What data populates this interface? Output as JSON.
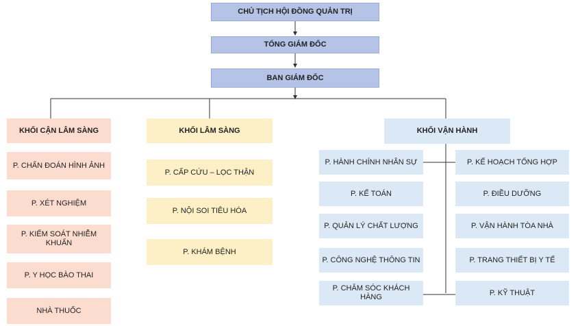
{
  "top": {
    "chairman": "CHỦ TỊCH HỘI ĐỒNG QUẢN TRỊ",
    "ceo": "TỔNG GIÁM ĐỐC",
    "board": "BAN GIÁM ĐỐC"
  },
  "groups": {
    "paraclinical": {
      "title": "KHỐI CẬN LÂM SÀNG",
      "items": [
        "P. CHẨN ĐOÁN HÌNH ẢNH",
        "P. XÉT NGHIỆM",
        "P. KIỂM SOÁT NHIỄM KHUẨN",
        "P. Y HỌC BÀO THAI",
        "NHÀ THUỐC"
      ]
    },
    "clinical": {
      "title": "KHỐI LÂM SÀNG",
      "items": [
        "P. CẤP CỨU – LỌC THẬN",
        "P. NỘI SOI TIÊU HÓA",
        "P. KHÁM BỆNH"
      ]
    },
    "operations": {
      "title": "KHỐI VẬN HÀNH",
      "left": [
        "P. HÀNH CHÍNH NHÂN SỰ",
        "P. KẾ TOÁN",
        "P. QUẢN LÝ CHẤT LƯỢNG",
        "P. CÔNG NGHỆ THÔNG TIN",
        "P. CHĂM SÓC KHÁCH HÀNG"
      ],
      "right": [
        "P. KẾ HOẠCH TỔNG HỢP",
        "P. ĐIỀU DƯỠNG",
        "P. VẬN HÀNH TÒA NHÀ",
        "P. TRANG THIẾT BỊ Y TẾ",
        "P. KỸ THUẬT"
      ]
    }
  },
  "colors": {
    "top": "#b4c3e6",
    "paraclinical": "#fbdccf",
    "clinical": "#fdf0c6",
    "operations": "#dbe9f6",
    "line": "#333333"
  }
}
